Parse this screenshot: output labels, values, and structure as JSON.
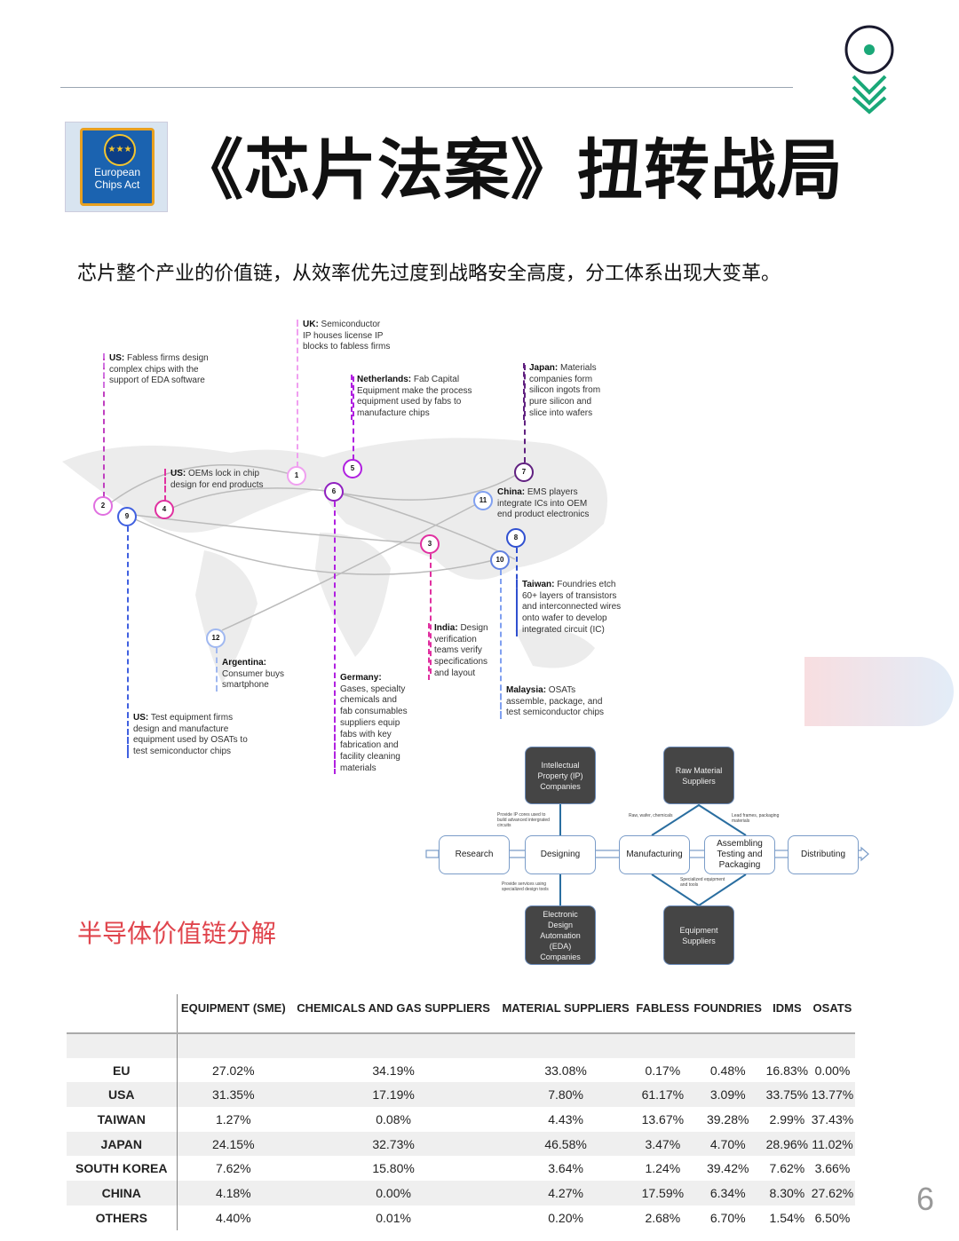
{
  "header": {
    "title": "《芯片法案》扭转战局",
    "subtitle": "芯片整个产业的价值链，从效率优先过度到战略安全高度，分工体系出现大变革。",
    "logo_text": "European Chips Act"
  },
  "map": {
    "labels": [
      {
        "bold": "US:",
        "text": " Fabless firms design\ncomplex chips with the\nsupport of EDA software"
      },
      {
        "bold": "UK:",
        "text": " Semiconductor\nIP houses license IP\nblocks to fabless firms"
      },
      {
        "bold": "Netherlands:",
        "text": " Fab Capital\nEquipment make the process\nequipment used by fabs to\nmanufacture chips"
      },
      {
        "bold": "Japan:",
        "text": " Materials\ncompanies form\nsilicon ingots from\npure silicon and\nslice into wafers"
      },
      {
        "bold": "US:",
        "text": " OEMs lock in chip\ndesign for end products"
      },
      {
        "bold": "China:",
        "text": " EMS players\nintegrate ICs into OEM\nend product electronics"
      },
      {
        "bold": "Taiwan:",
        "text": " Foundries etch\n60+ layers of transistors\nand interconnected wires\nonto wafer to develop\nintegrated circuit (IC)"
      },
      {
        "bold": "India:",
        "text": " Design\nverification\nteams verify\nspecifications\nand layout"
      },
      {
        "bold": "Argentina:",
        "text": "\nConsumer buys\nsmartphone"
      },
      {
        "bold": "Germany:",
        "text": "\nGases, specialty\nchemicals and\nfab consumables\nsuppliers equip\nfabs with key\nfabrication and\nfacility cleaning\nmaterials"
      },
      {
        "bold": "Malaysia:",
        "text": " OSATs\nassemble, package, and\ntest semiconductor chips"
      },
      {
        "bold": "US:",
        "text": " Test equipment firms\ndesign and manufacture\nequipment used by OSATs to\ntest semiconductor chips"
      }
    ],
    "pins": [
      "1",
      "2",
      "9",
      "4",
      "5",
      "6",
      "3",
      "7",
      "11",
      "8",
      "10",
      "12"
    ]
  },
  "flow": {
    "main": [
      "Research",
      "Designing",
      "Manufacturing",
      "Assembling\nTesting and\nPackaging",
      "Distributing"
    ],
    "suppliers": [
      "Intellectual\nProperty (IP)\nCompanies",
      "Raw Material\nSuppliers",
      "Electronic\nDesign\nAutomation\n(EDA)\nCompanies",
      "Equipment\nSuppliers"
    ],
    "notes": [
      "Provide IP cores used to build advanced intergrated circuits",
      "Raw, wafer, chemicals",
      "Lead frames, packaging materials",
      "Provide services using specialized design tools",
      "Specialized equipment and tools"
    ]
  },
  "section_title": "半导体价值链分解",
  "table": {
    "headers": [
      "",
      "EQUIPMENT (SME)",
      "CHEMICALS AND GAS SUPPLIERS",
      "MATERIAL SUPPLIERS",
      "FABLESS",
      "FOUNDRIES",
      "IDMS",
      "OSATS"
    ],
    "rows": [
      [
        "EU",
        "27.02%",
        "34.19%",
        "33.08%",
        "0.17%",
        "0.48%",
        "16.83%",
        "0.00%"
      ],
      [
        "USA",
        "31.35%",
        "17.19%",
        "7.80%",
        "61.17%",
        "3.09%",
        "33.75%",
        "13.77%"
      ],
      [
        "TAIWAN",
        "1.27%",
        "0.08%",
        "4.43%",
        "13.67%",
        "39.28%",
        "2.99%",
        "37.43%"
      ],
      [
        "JAPAN",
        "24.15%",
        "32.73%",
        "46.58%",
        "3.47%",
        "4.70%",
        "28.96%",
        "11.02%"
      ],
      [
        "SOUTH KOREA",
        "7.62%",
        "15.80%",
        "3.64%",
        "1.24%",
        "39.42%",
        "7.62%",
        "3.66%"
      ],
      [
        "CHINA",
        "4.18%",
        "0.00%",
        "4.27%",
        "17.59%",
        "6.34%",
        "8.30%",
        "27.62%"
      ],
      [
        "OTHERS",
        "4.40%",
        "0.01%",
        "0.20%",
        "2.68%",
        "6.70%",
        "1.54%",
        "6.50%"
      ]
    ]
  },
  "page_number": "6",
  "colors": {
    "accent_red": "#e0454d",
    "teal": "#1aa878"
  }
}
